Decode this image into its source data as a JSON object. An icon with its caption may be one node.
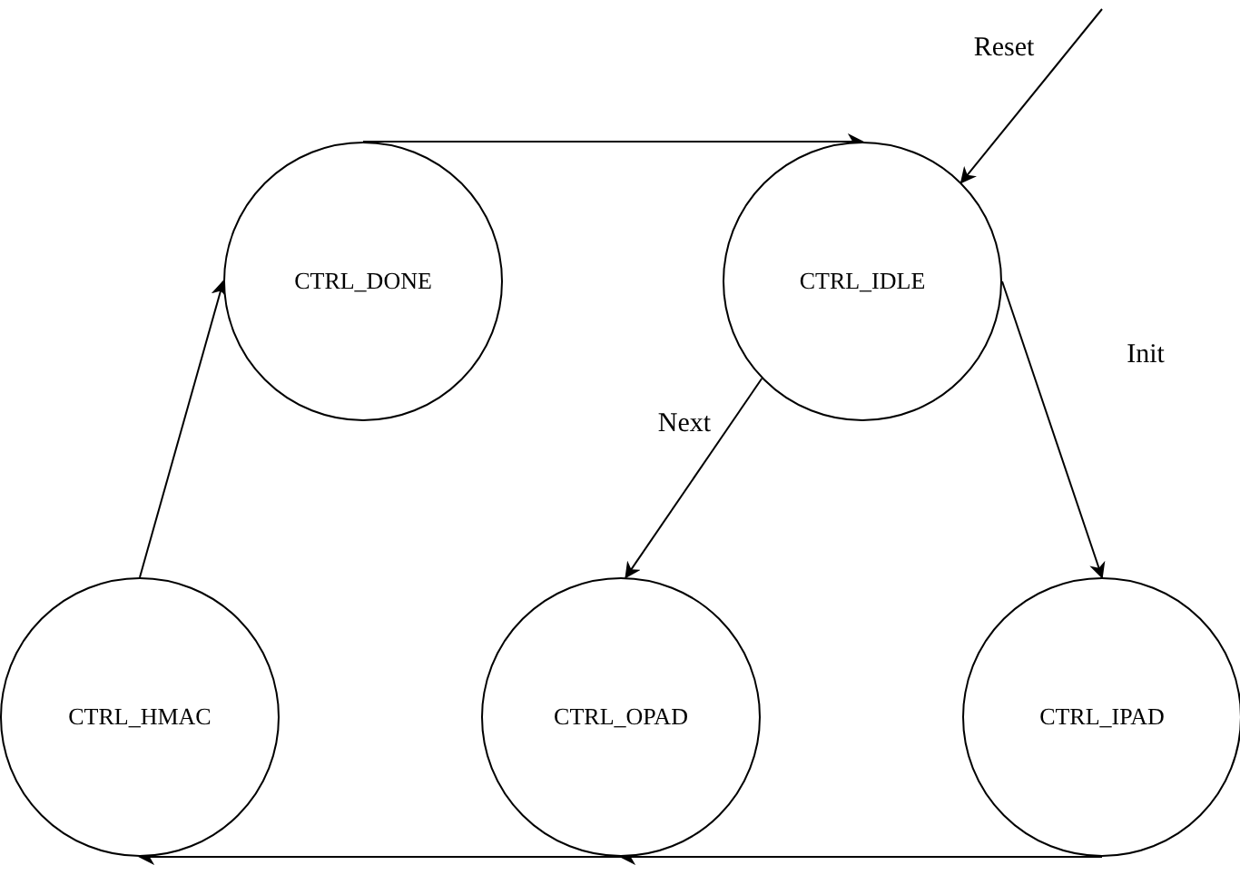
{
  "diagram": {
    "nodes": [
      {
        "text": [
          "CTRL_DONE"
        ]
      },
      {
        "text": [
          "CTRL_IDLE"
        ]
      },
      {
        "text": [
          "CTRL_HMAC"
        ]
      },
      {
        "text": [
          "CTRL_OPAD"
        ]
      },
      {
        "text": [
          "CTRL_IPAD"
        ]
      }
    ],
    "edges": [
      {
        "from": 0,
        "to": 1,
        "arrow": "to"
      },
      {
        "from": null,
        "to": 1,
        "arrow": "to",
        "label": "Reset"
      },
      {
        "from": 1,
        "to": 3,
        "arrow": "to",
        "label": "Next"
      },
      {
        "from": 1,
        "to": 4,
        "arrow": "to",
        "label": "Init"
      },
      {
        "from": 4,
        "to": 3,
        "arrow": "to"
      },
      {
        "from": 3,
        "to": 2,
        "arrow": "to"
      },
      {
        "from": 2,
        "to": 0,
        "arrow": "to"
      }
    ]
  }
}
